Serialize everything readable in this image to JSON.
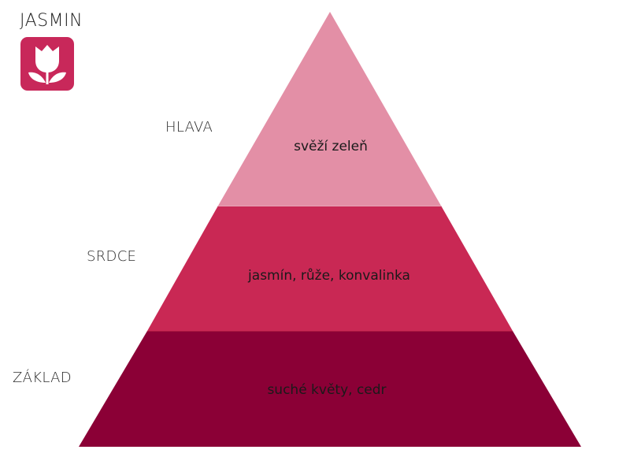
{
  "brand": {
    "title": "JASMIN",
    "icon": "tulip-icon",
    "icon_color": "#c8285a"
  },
  "pyramid": {
    "tiers": [
      {
        "label": "HLAVA",
        "content": "svěží zeleň",
        "color": "#e38fa6"
      },
      {
        "label": "SRDCE",
        "content": "jasmín, růže, konvalinka",
        "color": "#c92854"
      },
      {
        "label": "ZÁKLAD",
        "content": "suché květy, cedr",
        "color": "#8b0036"
      }
    ]
  }
}
